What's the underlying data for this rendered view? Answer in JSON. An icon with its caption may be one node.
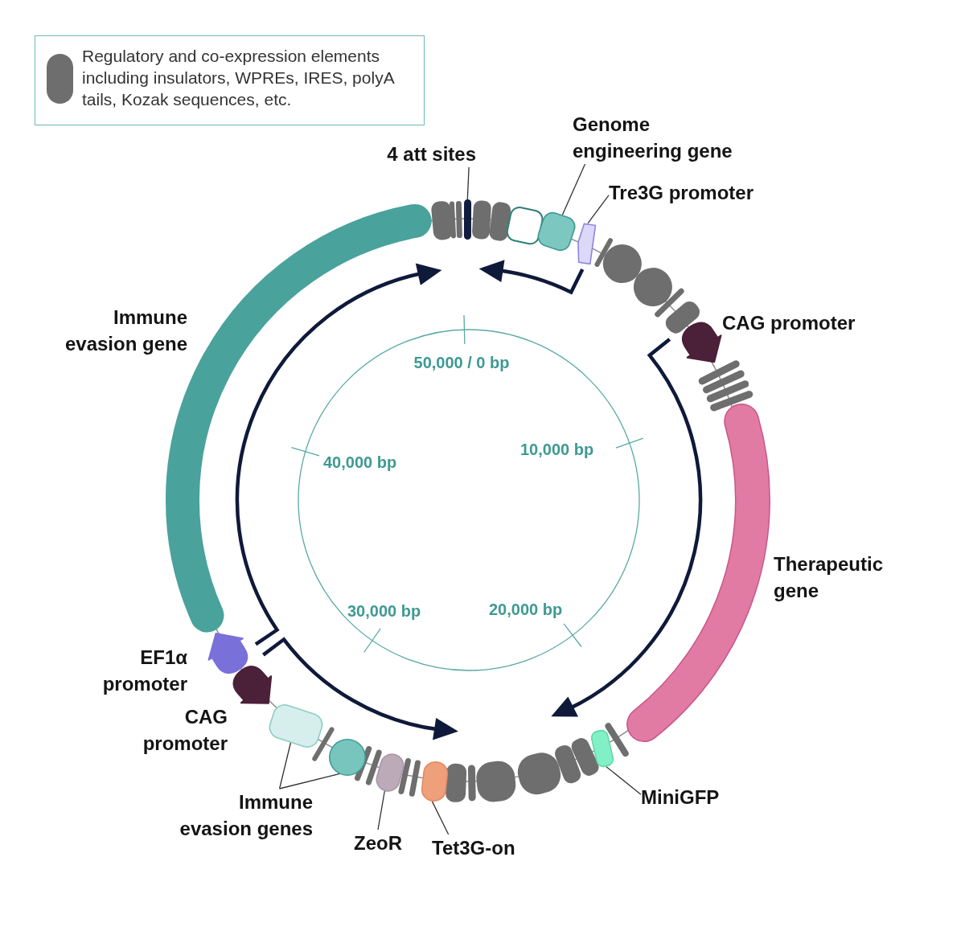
{
  "diagram": {
    "nodes": [
      {
        "text": [
          "4 att sites"
        ]
      },
      {
        "text": [],
        "shape": "bar"
      },
      {
        "text": [
          "Genome engineering gene"
        ]
      },
      {
        "text": [],
        "shape": "box"
      },
      {
        "text": [
          "Tre3G promoter"
        ]
      },
      {
        "text": [],
        "shape": "pentagon"
      },
      {
        "text": [
          "Immune evasion genes"
        ]
      },
      {
        "text": [],
        "shape": "box"
      },
      {
        "text": [],
        "shape": "circle"
      },
      {
        "text": [
          "ZeoR"
        ]
      },
      {
        "text": [],
        "shape": "box"
      },
      {
        "text": [
          "Tet3G-on"
        ]
      },
      {
        "text": [],
        "shape": "box"
      },
      {
        "text": [
          "MiniGFP"
        ]
      },
      {
        "text": [],
        "shape": "box"
      }
    ],
    "edges": [
      {
        "from": 0,
        "to": 1,
        "arrow": "none"
      },
      {
        "from": 2,
        "to": 3,
        "arrow": "none"
      },
      {
        "from": 4,
        "to": 5,
        "arrow": "none"
      },
      {
        "from": 6,
        "to": 7,
        "arrow": "none"
      },
      {
        "from": 6,
        "to": 8,
        "arrow": "none"
      },
      {
        "from": 9,
        "to": 10,
        "arrow": "none"
      },
      {
        "from": 11,
        "to": 12,
        "arrow": "none"
      },
      {
        "from": 13,
        "to": 14,
        "arrow": "none"
      }
    ],
    "labels": [
      "Immune evasion gene",
      "CAG promoter",
      "50,000 / 0 bp",
      "10,000 bp",
      "40,000 bp",
      "Therapeutic gene",
      "20,000 bp",
      "30,000 bp",
      "EF1α promoter",
      "CAG promoter"
    ],
    "legend": [
      {
        "text": "Regulatory and co-expression elements including insulators, WPREs, IRES, polyA tails, Kozak sequences, etc.",
        "color": "#6e6e6e"
      }
    ]
  }
}
